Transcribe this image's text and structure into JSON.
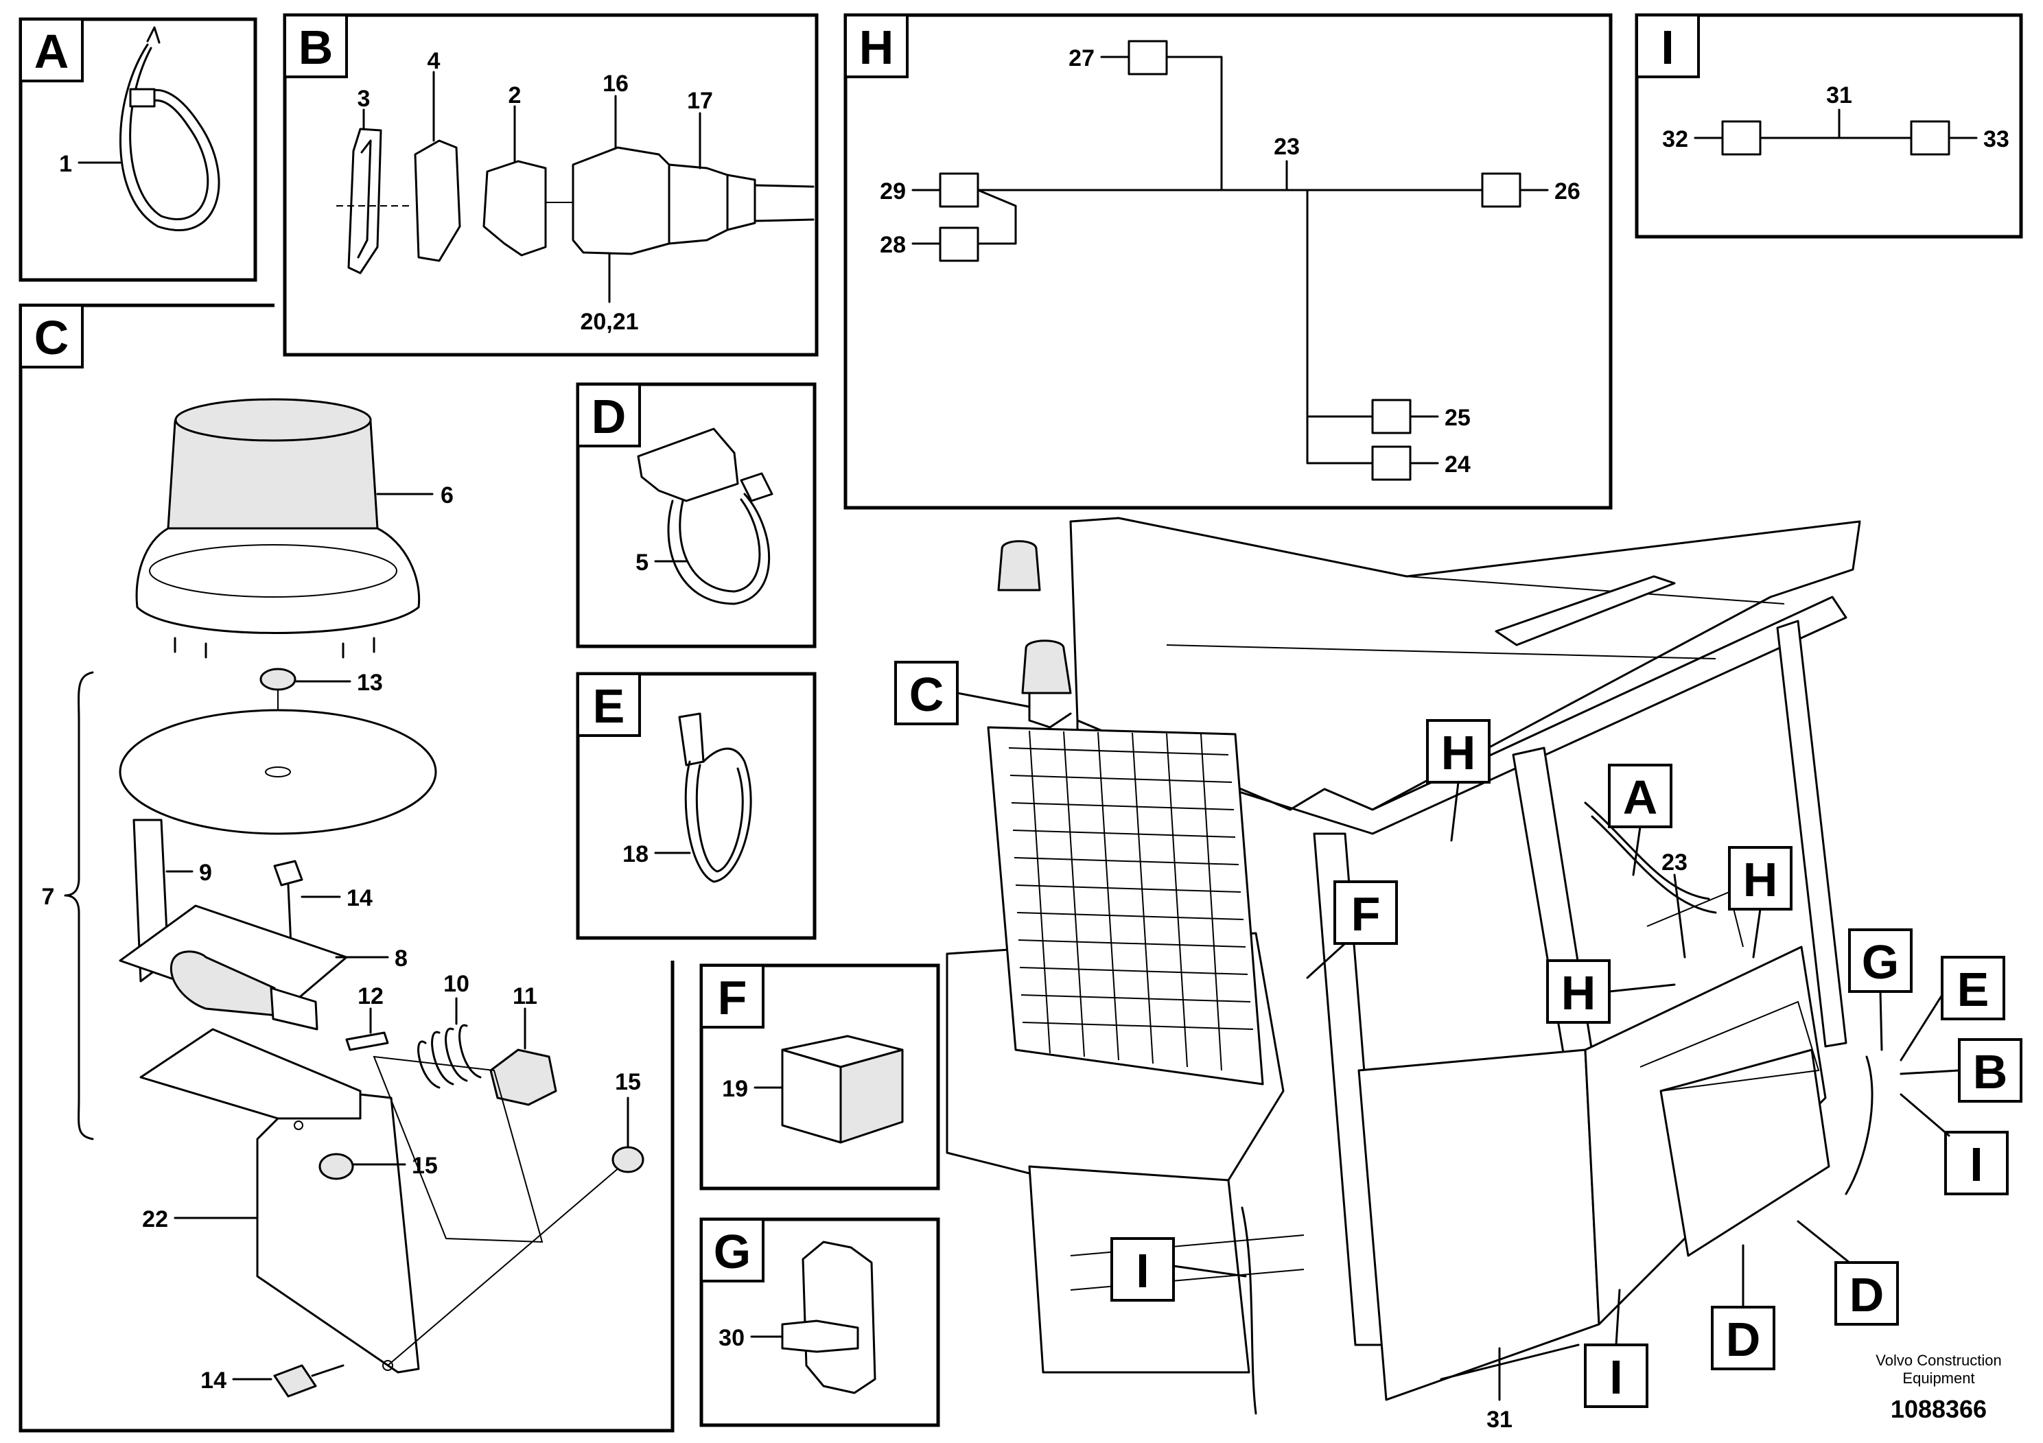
{
  "panels": {
    "A": {
      "letter": "A",
      "parts": [
        "1"
      ]
    },
    "B": {
      "letter": "B",
      "parts": [
        "3",
        "4",
        "2",
        "16",
        "17",
        "20,21"
      ]
    },
    "C": {
      "letter": "C",
      "parts": [
        "6",
        "13",
        "7",
        "9",
        "14",
        "8",
        "12",
        "10",
        "11",
        "15",
        "15",
        "22",
        "14"
      ]
    },
    "D": {
      "letter": "D",
      "parts": [
        "5"
      ]
    },
    "E": {
      "letter": "E",
      "parts": [
        "18"
      ]
    },
    "F": {
      "letter": "F",
      "parts": [
        "19"
      ]
    },
    "G": {
      "letter": "G",
      "parts": [
        "30"
      ]
    },
    "H": {
      "letter": "H",
      "parts": [
        "27",
        "23",
        "29",
        "28",
        "26",
        "25",
        "24"
      ]
    },
    "I": {
      "letter": "I",
      "parts": [
        "31",
        "32",
        "33"
      ]
    }
  },
  "callouts": {
    "C": "C",
    "H1": "H",
    "A": "A",
    "H2": "H",
    "F": "F",
    "H3": "H",
    "G": "G",
    "E": "E",
    "B": "B",
    "I1": "I",
    "I2": "I",
    "I3": "I",
    "D1": "D",
    "D2": "D",
    "label_23": "23",
    "label_31": "31"
  },
  "footer": {
    "brand_line1": "Volvo Construction",
    "brand_line2": "Equipment",
    "drawing_no": "1088366"
  }
}
